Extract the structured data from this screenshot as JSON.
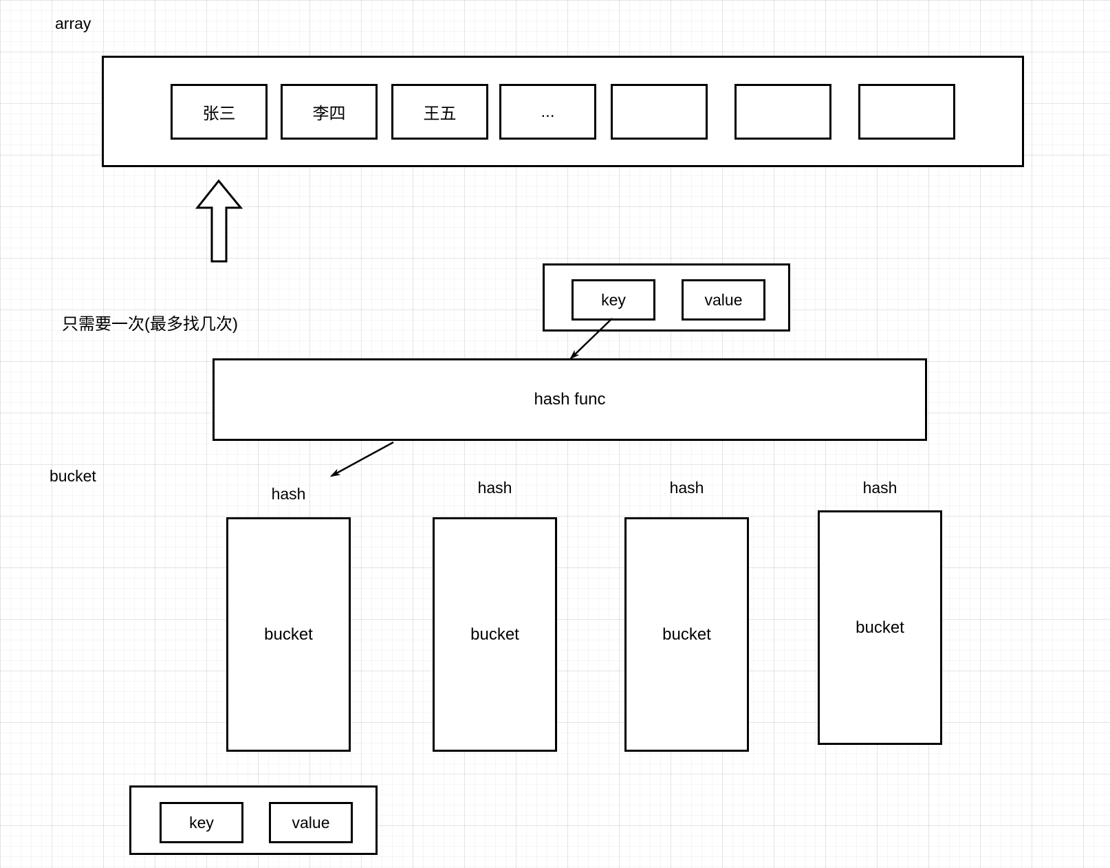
{
  "diagram": {
    "array_label": "array",
    "array_cells": [
      "张三",
      "李四",
      "王五",
      "...",
      "",
      "",
      ""
    ],
    "note_text": "只需要一次(最多找几次)",
    "kv_top": {
      "key": "key",
      "value": "value"
    },
    "hash_func_label": "hash func",
    "bucket_side_label": "bucket",
    "hash_labels": [
      "hash",
      "hash",
      "hash",
      "hash"
    ],
    "buckets": [
      "bucket",
      "bucket",
      "bucket",
      "bucket"
    ],
    "kv_bottom": {
      "key": "key",
      "value": "value"
    },
    "colors": {
      "stroke": "#000000",
      "background": "#ffffff",
      "grid_minor": "#f2f2f2",
      "grid_major": "#e6e6e6"
    }
  }
}
